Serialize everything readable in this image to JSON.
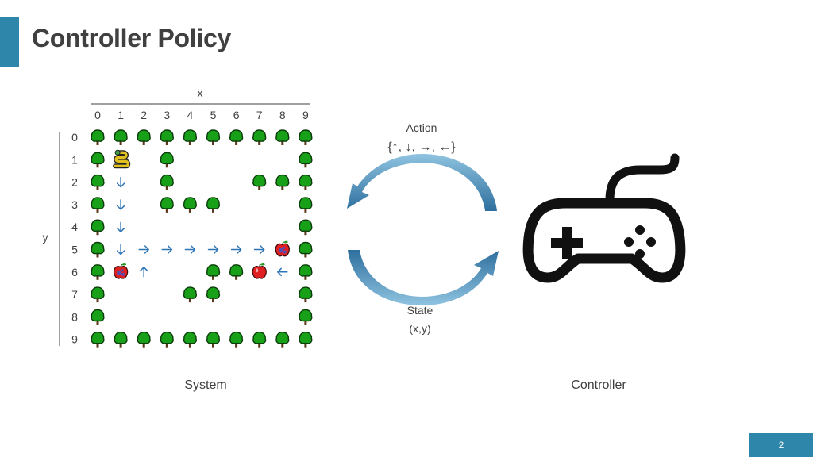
{
  "slide": {
    "title": "Controller Policy",
    "page_number": "2"
  },
  "grid": {
    "x_axis_label": "x",
    "y_axis_label": "y",
    "x_ticks": [
      "0",
      "1",
      "2",
      "3",
      "4",
      "5",
      "6",
      "7",
      "8",
      "9"
    ],
    "y_ticks": [
      "0",
      "1",
      "2",
      "3",
      "4",
      "5",
      "6",
      "7",
      "8",
      "9"
    ],
    "caption": "System",
    "arrow_color": "#2e75b6",
    "tree_color": "#18a018",
    "trees": [
      [
        0,
        0
      ],
      [
        1,
        0
      ],
      [
        2,
        0
      ],
      [
        3,
        0
      ],
      [
        4,
        0
      ],
      [
        5,
        0
      ],
      [
        6,
        0
      ],
      [
        7,
        0
      ],
      [
        8,
        0
      ],
      [
        9,
        0
      ],
      [
        0,
        1
      ],
      [
        3,
        1
      ],
      [
        9,
        1
      ],
      [
        0,
        2
      ],
      [
        3,
        2
      ],
      [
        7,
        2
      ],
      [
        8,
        2
      ],
      [
        9,
        2
      ],
      [
        0,
        3
      ],
      [
        3,
        3
      ],
      [
        4,
        3
      ],
      [
        5,
        3
      ],
      [
        9,
        3
      ],
      [
        0,
        4
      ],
      [
        9,
        4
      ],
      [
        0,
        5
      ],
      [
        9,
        5
      ],
      [
        0,
        6
      ],
      [
        5,
        6
      ],
      [
        6,
        6
      ],
      [
        9,
        6
      ],
      [
        0,
        7
      ],
      [
        4,
        7
      ],
      [
        5,
        7
      ],
      [
        9,
        7
      ],
      [
        0,
        8
      ],
      [
        9,
        8
      ],
      [
        0,
        9
      ],
      [
        1,
        9
      ],
      [
        2,
        9
      ],
      [
        3,
        9
      ],
      [
        4,
        9
      ],
      [
        5,
        9
      ],
      [
        6,
        9
      ],
      [
        7,
        9
      ],
      [
        8,
        9
      ],
      [
        9,
        9
      ]
    ],
    "arrows": [
      {
        "x": 1,
        "y": 2,
        "dir": "down"
      },
      {
        "x": 1,
        "y": 3,
        "dir": "down"
      },
      {
        "x": 1,
        "y": 4,
        "dir": "down"
      },
      {
        "x": 1,
        "y": 5,
        "dir": "down"
      },
      {
        "x": 2,
        "y": 5,
        "dir": "right"
      },
      {
        "x": 3,
        "y": 5,
        "dir": "right"
      },
      {
        "x": 4,
        "y": 5,
        "dir": "right"
      },
      {
        "x": 5,
        "y": 5,
        "dir": "right"
      },
      {
        "x": 6,
        "y": 5,
        "dir": "right"
      },
      {
        "x": 7,
        "y": 5,
        "dir": "right"
      },
      {
        "x": 2,
        "y": 6,
        "dir": "up"
      },
      {
        "x": 8,
        "y": 6,
        "dir": "left"
      }
    ],
    "snake": {
      "x": 1,
      "y": 1
    },
    "apples": [
      {
        "x": 8,
        "y": 5,
        "kind": "rotten"
      },
      {
        "x": 1,
        "y": 6,
        "kind": "rotten"
      },
      {
        "x": 7,
        "y": 6,
        "kind": "fresh"
      }
    ]
  },
  "loop": {
    "action_label": "Action",
    "action_set": "{↑, ↓, →, ←}",
    "state_label": "State",
    "state_value": "(x,y)",
    "arrow_color": "#2e86ab"
  },
  "controller": {
    "caption": "Controller"
  }
}
